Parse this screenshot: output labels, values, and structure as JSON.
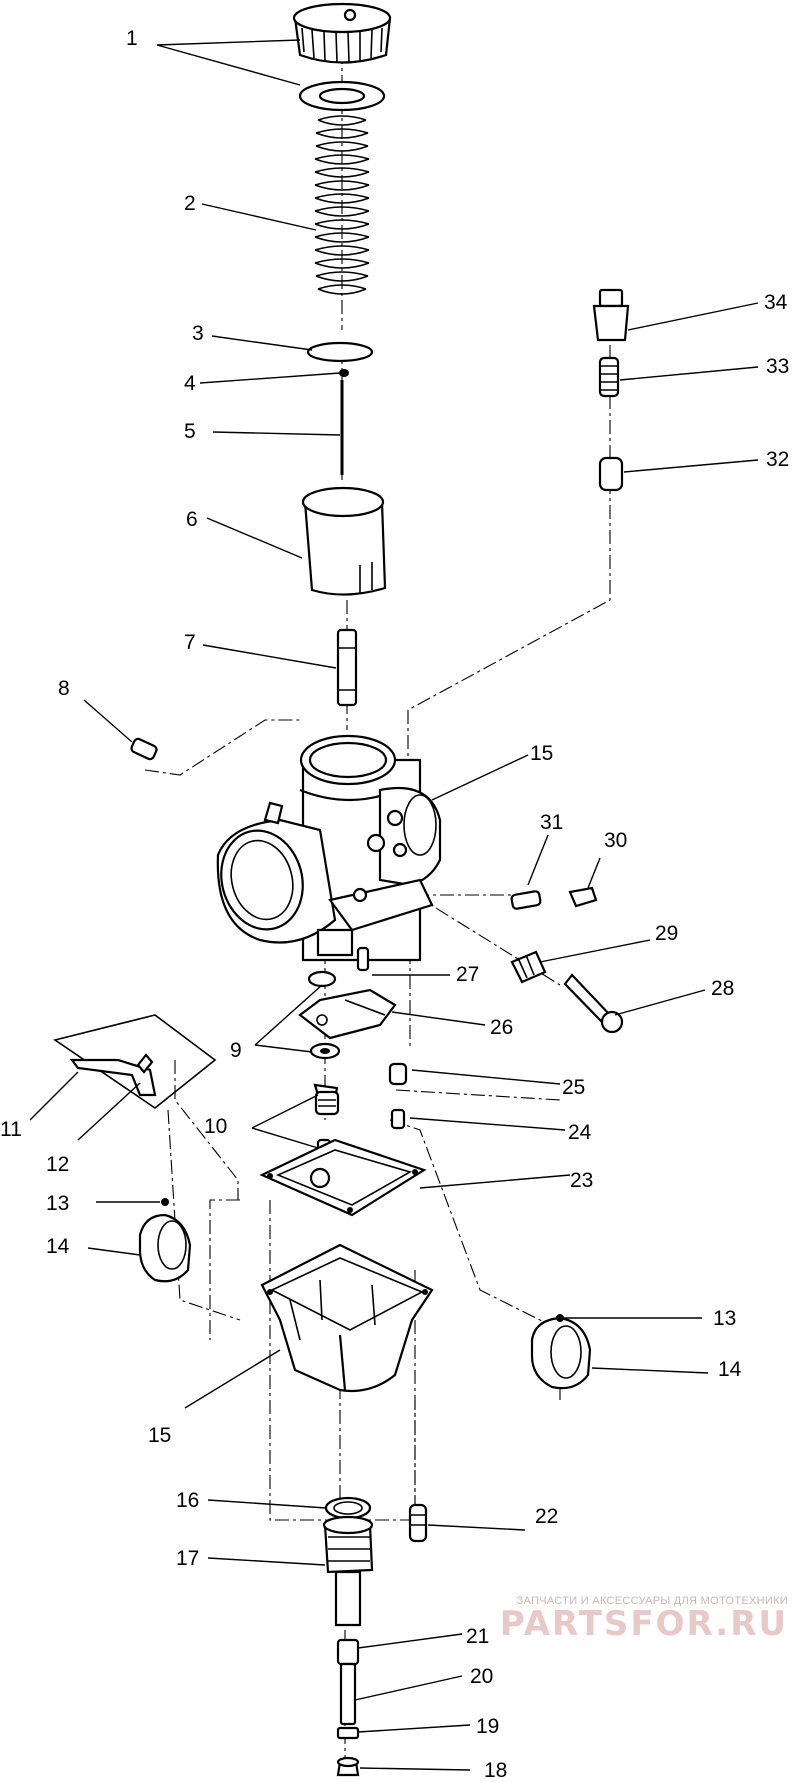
{
  "labels": {
    "p1": "1",
    "p2": "2",
    "p3": "3",
    "p4": "4",
    "p5": "5",
    "p6": "6",
    "p7": "7",
    "p8": "8",
    "p9": "9",
    "p10": "10",
    "p11": "11",
    "p12": "12",
    "p13a": "13",
    "p13b": "13",
    "p14a": "14",
    "p14b": "14",
    "p15a": "15",
    "p15b": "15",
    "p16": "16",
    "p17": "17",
    "p18": "18",
    "p19": "19",
    "p20": "20",
    "p21": "21",
    "p22": "22",
    "p23": "23",
    "p24": "24",
    "p25": "25",
    "p26": "26",
    "p27": "27",
    "p28": "28",
    "p29": "29",
    "p30": "30",
    "p31": "31",
    "p32": "32",
    "p33": "33",
    "p34": "34"
  },
  "watermark": {
    "tagline": "ЗАПЧАСТИ И АКСЕССУАРЫ ДЛЯ МОТОТЕХНИКИ",
    "brand": "PARTSFOR.RU",
    "color": "#e8c8c8"
  }
}
